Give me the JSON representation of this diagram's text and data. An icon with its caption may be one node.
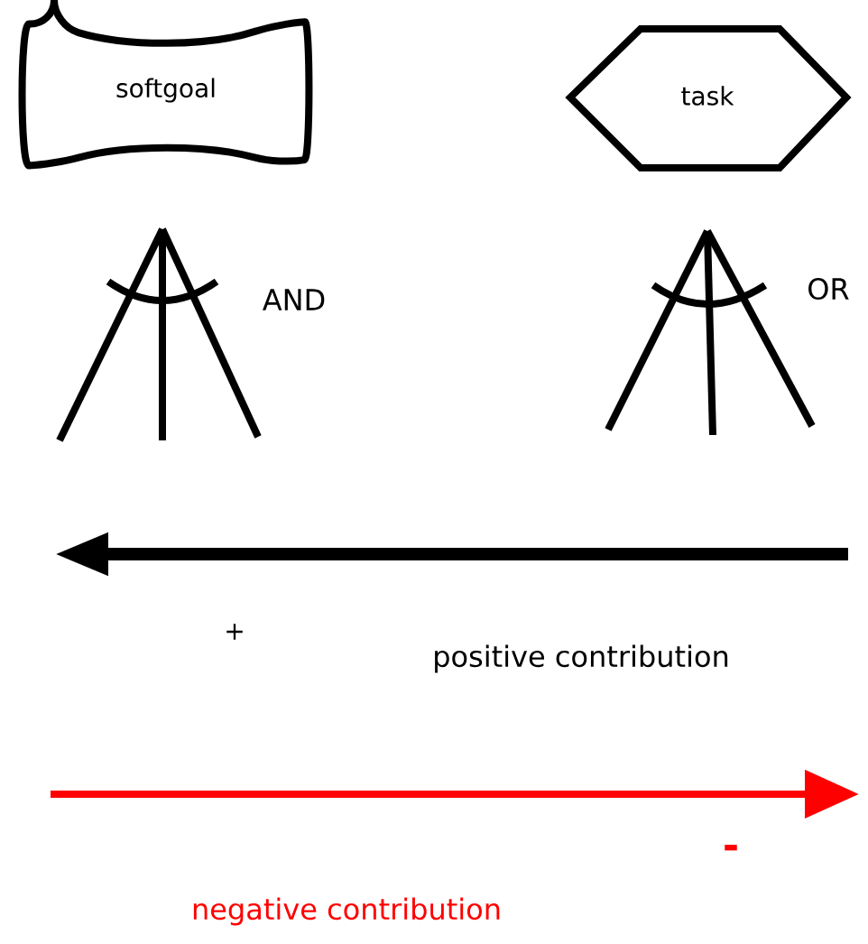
{
  "diagram": {
    "nodes": [
      {
        "text": [
          "softgoal"
        ]
      },
      {
        "text": [
          "task"
        ]
      }
    ],
    "labels": [
      "AND",
      "OR",
      "+",
      "positive contribution",
      "-",
      "negative contribution"
    ]
  }
}
